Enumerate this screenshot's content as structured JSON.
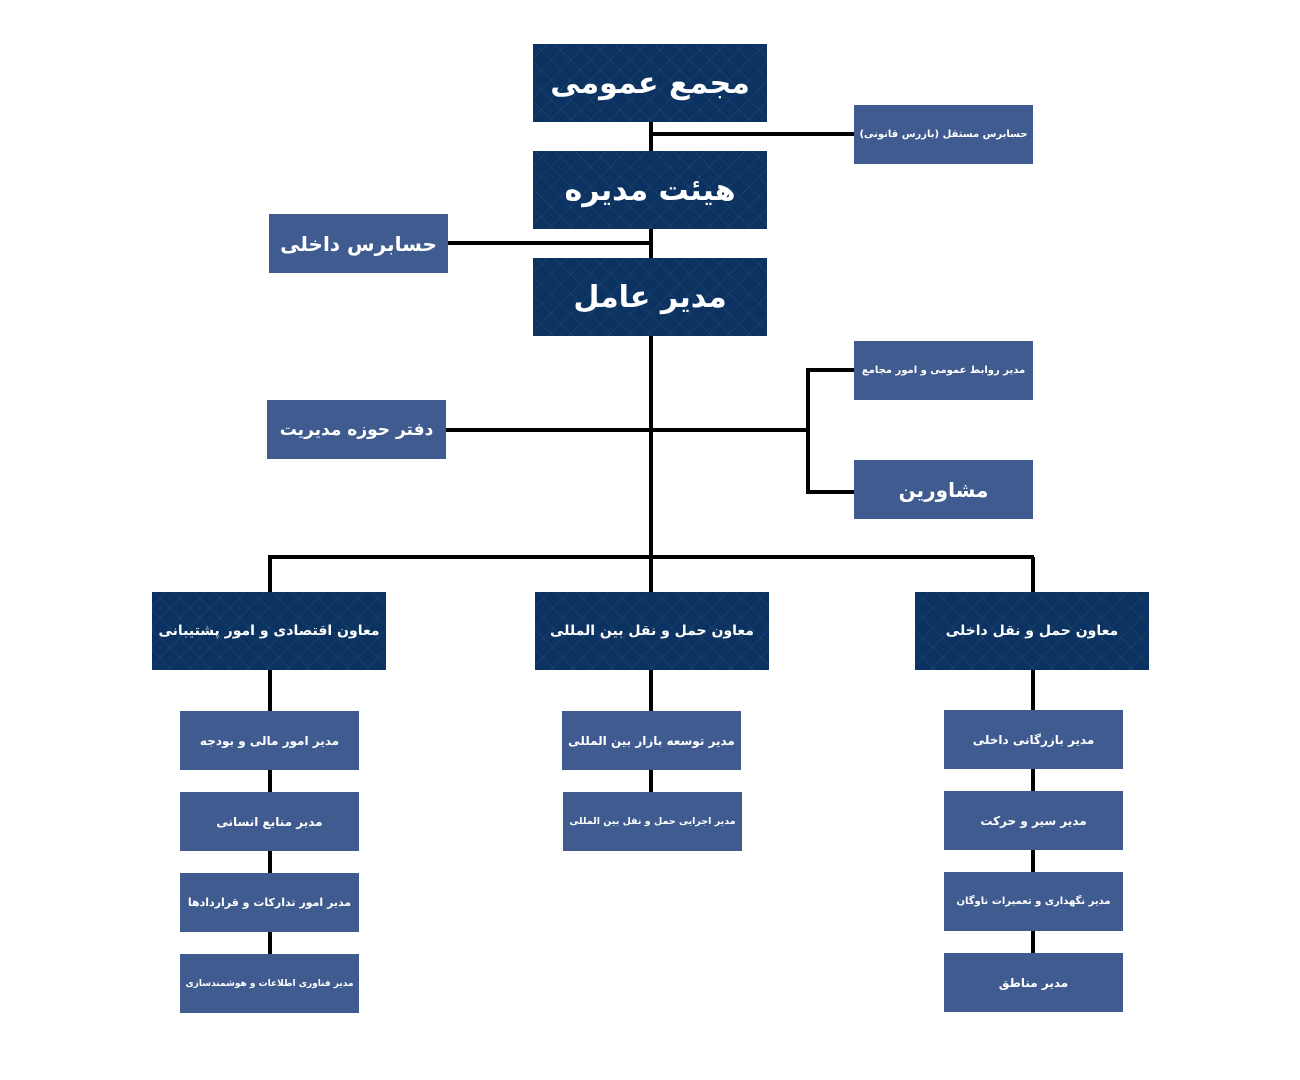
{
  "org": {
    "general_assembly": "مجمع عمومی",
    "board": "هیئت مدیره",
    "ceo": "مدیر عامل",
    "independent_auditor": "حسابرس مستقل (بازرس قانونی)",
    "internal_auditor": "حسابرس داخلی",
    "management_office": "دفتر حوزه مدیریت",
    "public_relations": "مدیر روابط عمومی و امور مجامع",
    "advisors": "مشاورین",
    "deputies": {
      "economic": {
        "title": "معاون اقتصادی و امور پشتیبانی",
        "units": [
          "مدیر امور مالی و بودجه",
          "مدیر منابع انسانی",
          "مدیر امور تدارکات و قراردادها",
          "مدیر فناوری اطلاعات و هوشمندسازی"
        ]
      },
      "international": {
        "title": "معاون حمل و نقل بین المللی",
        "units": [
          "مدیر توسعه بازار بین المللی",
          "مدیر اجرایی حمل و نقل بین المللی"
        ]
      },
      "domestic": {
        "title": "معاون حمل و نقل داخلی",
        "units": [
          "مدیر بازرگانی داخلی",
          "مدیر سیر و حرکت",
          "مدیر نگهداری و تعمیرات ناوگان",
          "مدیر مناطق"
        ]
      }
    }
  },
  "colors": {
    "dark_box": "#0b3260",
    "light_box": "#3f5b8f",
    "connector": "#000000",
    "text": "#ffffff"
  }
}
